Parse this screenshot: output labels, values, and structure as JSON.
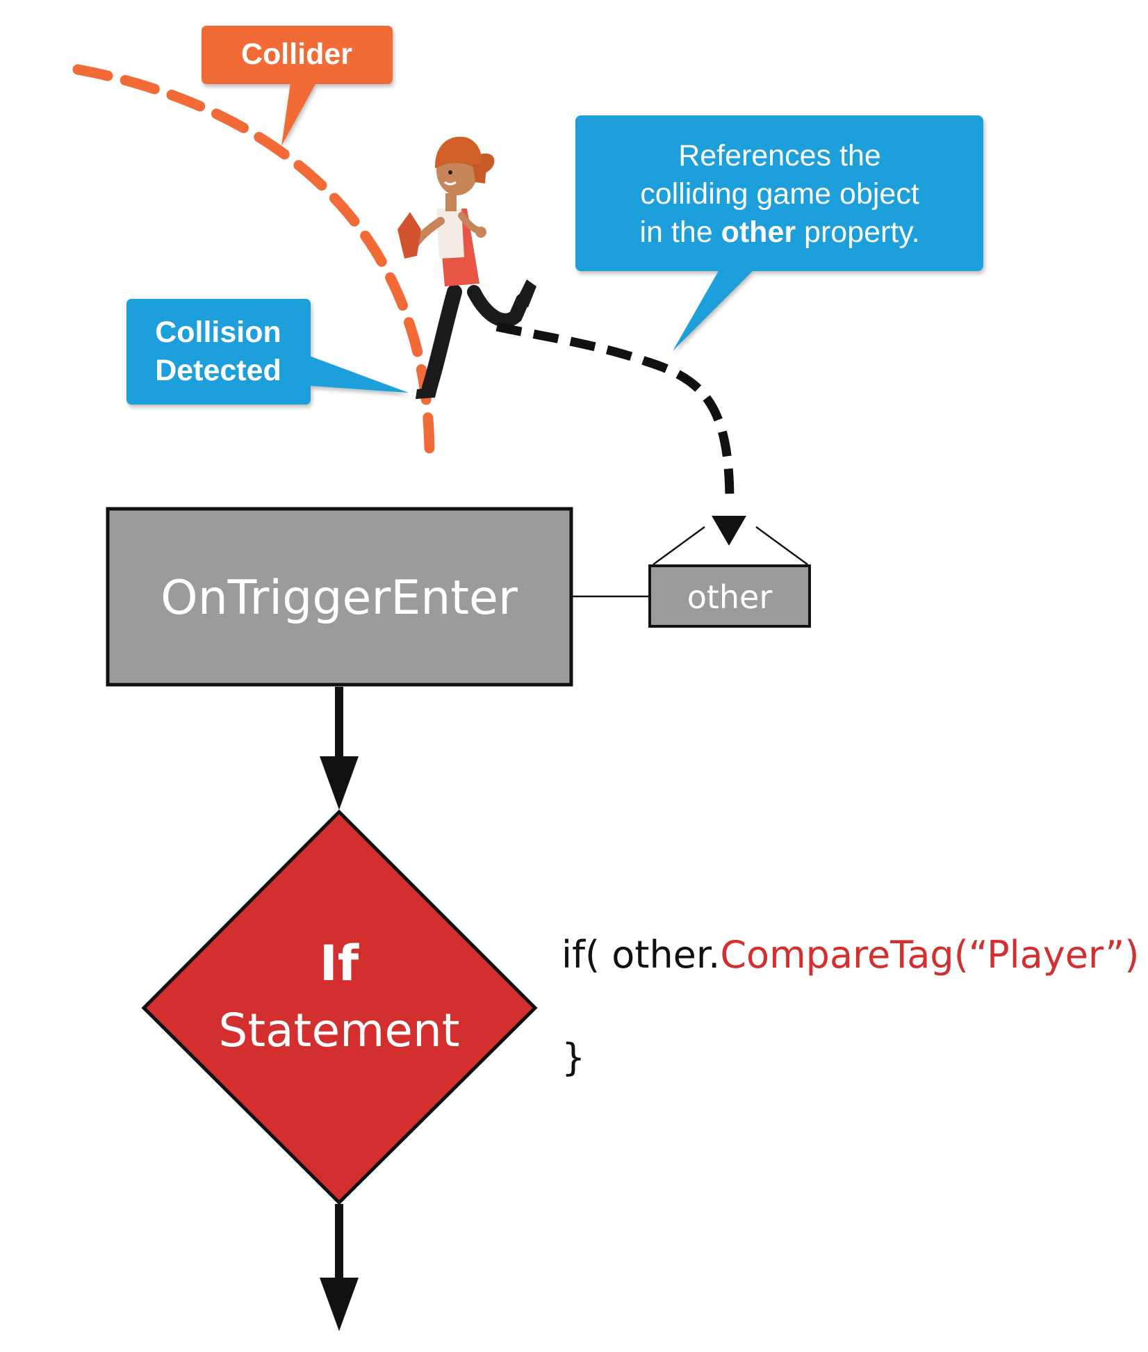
{
  "callouts": {
    "collider": {
      "label": "Collider"
    },
    "collision": {
      "line1": "Collision",
      "line2": "Detected"
    },
    "reference": {
      "line1": "References the",
      "line2": "colliding game object",
      "line3_prefix": "in the ",
      "line3_bold": "other",
      "line3_suffix": " property."
    }
  },
  "flow": {
    "event_box": {
      "label": "OnTriggerEnter"
    },
    "param_box": {
      "label": "other"
    },
    "decision": {
      "line1": "If",
      "line2": "Statement"
    }
  },
  "code": {
    "line1_prefix": "if( other.",
    "line1_method": "CompareTag(“Player”)",
    "line1_suffix": " ){",
    "line2": "}"
  },
  "colors": {
    "orange": "#F26A36",
    "blue": "#1A9FDB",
    "gray_box": "#9B9B9B",
    "red_diamond": "#D32F2F",
    "code_red": "#D32F2F",
    "ink": "#111111"
  },
  "icons": {
    "character": "running-girl-figure"
  }
}
